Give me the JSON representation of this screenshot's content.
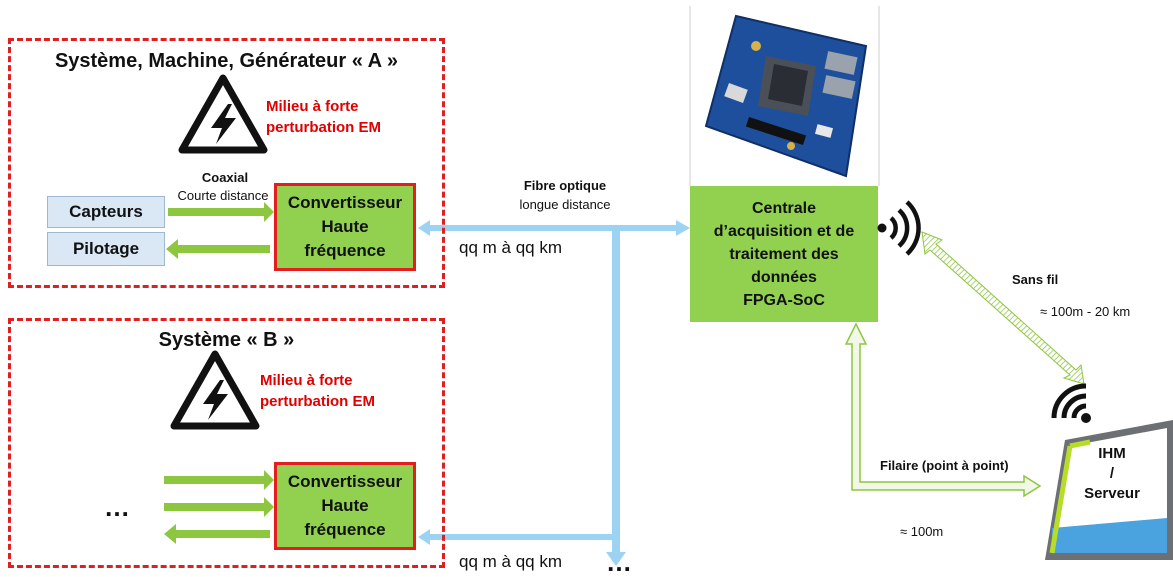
{
  "zone_a": {
    "title": "Système, Machine, Générateur « A »",
    "warning": [
      "Milieu à forte",
      "perturbation EM"
    ],
    "coaxial_label": "Coaxial",
    "coaxial_sub": "Courte distance",
    "capteurs": "Capteurs",
    "pilotage": "Pilotage",
    "converter": [
      "Convertisseur",
      "Haute",
      "fréquence"
    ]
  },
  "zone_b": {
    "title": "Système « B »",
    "warning": [
      "Milieu à forte",
      "perturbation EM"
    ],
    "ellipsis": "…",
    "converter": [
      "Convertisseur",
      "Haute",
      "fréquence"
    ]
  },
  "fiber": {
    "label": "Fibre optique",
    "sub": "longue distance",
    "distance_top": "qq m à qq km",
    "distance_bottom": "qq m à qq km",
    "bottom_ellipsis": "…"
  },
  "central": {
    "lines": [
      "Centrale",
      "d’acquisition et de",
      "traitement des",
      "données",
      "FPGA-SoC"
    ]
  },
  "wireless": {
    "label": "Sans fil",
    "range": "≈ 100m - 20 km"
  },
  "wired": {
    "label": "Filaire (point à point)",
    "range": "≈ 100m"
  },
  "ihm": {
    "lines": [
      "IHM",
      "/",
      "Serveur"
    ]
  },
  "colors": {
    "zone_border": "#e02020",
    "converter_fill": "#92d050",
    "fiber": "#9dd3f2",
    "green_arrow": "#8dc63f",
    "light_green_outline": "#8dc63f",
    "sensor_box": "#dae8f5",
    "warning_text": "#e00000"
  },
  "icons": {
    "warning": "high-voltage-warning-icon",
    "wireless_emitter": "wireless-signal-icon",
    "wifi_receiver": "wifi-icon",
    "fpga_board": "fpga-board-image",
    "monitor": "monitor-icon"
  }
}
